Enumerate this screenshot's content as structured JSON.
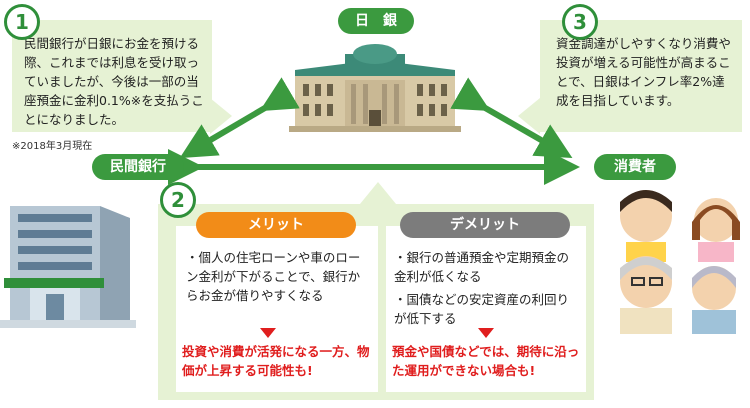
{
  "boj_label": "日　銀",
  "bank_label": "民間銀行",
  "consumer_label": "消費者",
  "badges": [
    "1",
    "2",
    "3"
  ],
  "note1": "民間銀行が日銀にお金を預ける際、これまでは利息を受け取っていましたが、今後は一部の当座預金に金利0.1%※を支払うことになりました。",
  "footnote": "※2018年3月現在",
  "note3": "資金調達がしやすくなり消費や投資が増える可能性が高まることで、日銀はインフレ率2%達成を目指しています。",
  "merit": {
    "title": "メリット",
    "body": "・個人の住宅ローンや車のローン金利が下がることで、銀行からお金が借りやすくなる",
    "result": "投資や消費が活発になる一方、物価が上昇する可能性も!"
  },
  "demerit": {
    "title": "デメリット",
    "item1": "・銀行の普通預金や定期預金の金利が低くなる",
    "item2": "・国債などの安定資産の利回りが低下する",
    "result": "預金や国債などでは、期待に沿った運用ができない場合も!"
  },
  "colors": {
    "green": "#3b9a3f",
    "light_green": "#e6f2d4",
    "orange": "#f28c18",
    "gray": "#7c7c7c",
    "red": "#e01e1e"
  }
}
